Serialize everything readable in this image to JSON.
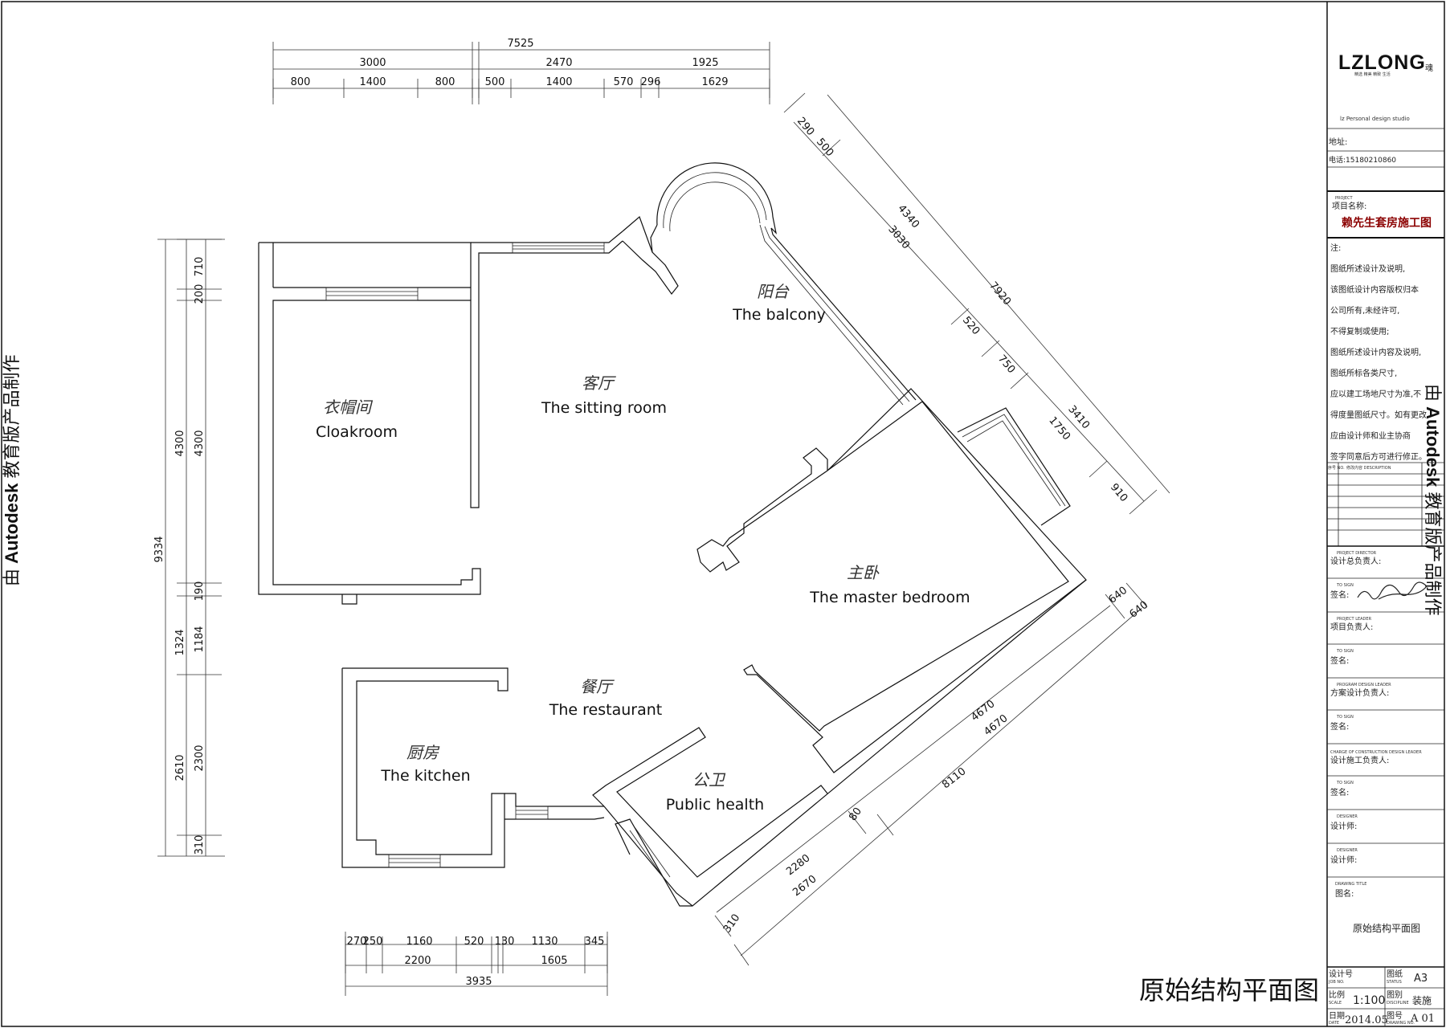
{
  "watermark": {
    "prefix": "由",
    "brand": "Autodesk",
    "suffix": "教育版产品制作"
  },
  "drawing": {
    "title": "原始结构平面图"
  },
  "rooms": {
    "balcony": {
      "cn": "阳台",
      "en": "The balcony"
    },
    "sitting": {
      "cn": "客厅",
      "en": "The sitting room"
    },
    "cloak": {
      "cn": "衣帽间",
      "en": "Cloakroom"
    },
    "master": {
      "cn": "主卧",
      "en": "The master bedroom"
    },
    "restaurant": {
      "cn": "餐厅",
      "en": "The restaurant"
    },
    "kitchen": {
      "cn": "厨房",
      "en": "The kitchen"
    },
    "health": {
      "cn": "公卫",
      "en": "Public health"
    }
  },
  "dimensions": {
    "top_total": "7525",
    "top_mid": [
      "3000",
      "2470",
      "1925"
    ],
    "top_detail": [
      "800",
      "1400",
      "800",
      "500",
      "1400",
      "570",
      "296",
      "1629"
    ],
    "left_total": "9334",
    "left_mid": [
      "4300",
      "1324",
      "2610"
    ],
    "left_detail": [
      "710",
      "200",
      "4300",
      "190",
      "1184",
      "2300",
      "310"
    ],
    "bottom_detail": [
      "270",
      "250",
      "1160",
      "520",
      "130",
      "1130",
      "345"
    ],
    "bottom_mid": [
      "2200",
      "1605"
    ],
    "bottom_total": "3935",
    "upper_diag": [
      "290",
      "500",
      "4340",
      "3030",
      "7920",
      "520",
      "750",
      "3410",
      "1750",
      "910"
    ],
    "lower_diag": [
      "640",
      "640",
      "4670",
      "4670",
      "80",
      "8110",
      "2280",
      "2670",
      "310"
    ]
  },
  "title_block": {
    "logo": "LZLONG",
    "logo_mark": "魂",
    "logo_tagline": "精选 精美 精致 生活",
    "studio": "lz Personal design studio",
    "address_label": "地址:",
    "phone_label": "电话:15180210860",
    "project_small": "PROJECT",
    "project_label": "项目名称:",
    "project_name": "赖先生套房施工图",
    "notes": [
      "注:",
      "图纸所述设计及说明,",
      "该图纸设计内容版权归本",
      "公司所有,未经许可,",
      "不得复制或使用;",
      "图纸所述设计内容及说明,",
      "图纸所标各类尺寸,",
      "应以建工场地尺寸为准,不",
      "得度量图纸尺寸。如有更改",
      "应由设计师和业主协商",
      "签字同意后方可进行修正。"
    ],
    "rev_no": "序号 NO.",
    "rev_desc": "修改内容 DESCRIPTION",
    "director_small": "PROJECT DIRECTOR",
    "director_label": "设计总负责人:",
    "sign_small": "TO SIGN",
    "sign_label": "签名:",
    "leader_small": "PROJECT LEADER",
    "leader_label": "项目负责人:",
    "program_small": "PROGRAM DESIGN LEADER",
    "program_label": "方案设计负责人:",
    "construct_small": "CHARGE OF CONSTRUCTION DESIGN LEADER",
    "construct_label": "设计施工负责人:",
    "designer_small": "DESIGNER",
    "designer_label": "设计师:",
    "drawing_title_small": "DRAWING TITLE",
    "drawing_title_label": "图名:",
    "drawing_title_value": "原始结构平面图",
    "job_label": "设计号",
    "job_small": "JOB NO.",
    "status_label": "图纸",
    "status_small": "STATUS",
    "status_value": "A3",
    "scale_label": "比例",
    "scale_small": "SCALE",
    "scale_value": "1:100",
    "disc_label": "图别",
    "disc_small": "DISCIPLINE",
    "disc_value": "装施",
    "date_label": "日期",
    "date_small": "DATE",
    "date_value": "2014.05",
    "dwgno_label": "图号",
    "dwgno_small": "DRAWING NO.",
    "dwgno_value": "A 01"
  }
}
